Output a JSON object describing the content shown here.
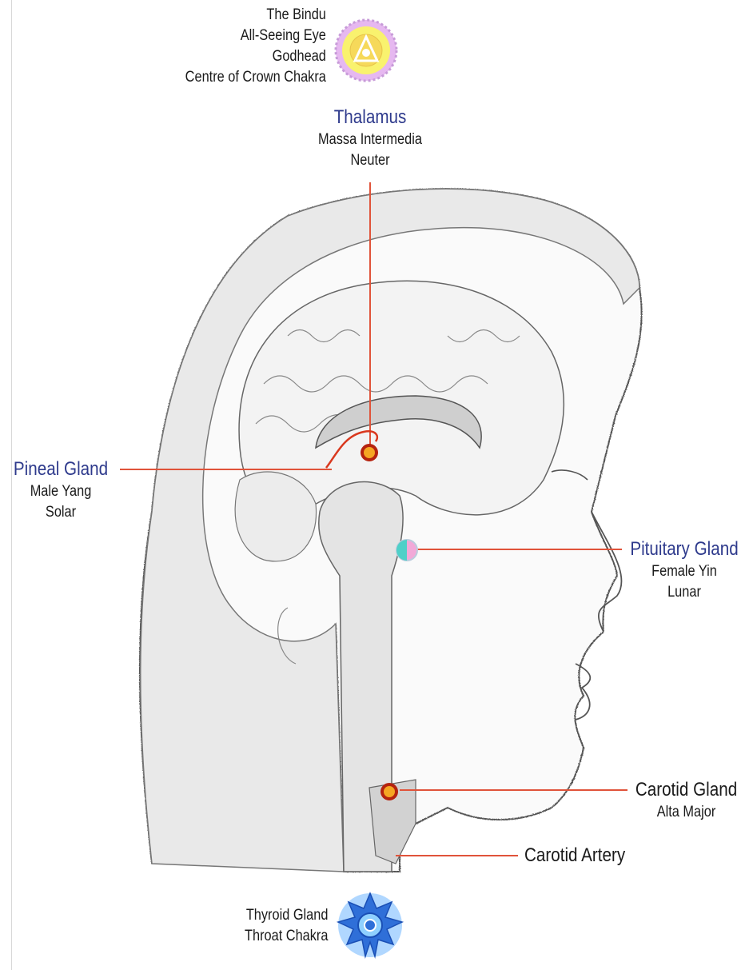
{
  "crown": {
    "lines": [
      "The Bindu",
      "All-Seeing Eye",
      "Godhead",
      "Centre of Crown Chakra"
    ],
    "icon": "crown-chakra-icon"
  },
  "thalamus": {
    "title": "Thalamus",
    "lines": [
      "Massa Intermedia",
      "Neuter"
    ]
  },
  "pineal": {
    "title": "Pineal Gland",
    "lines": [
      "Male Yang",
      "Solar"
    ]
  },
  "pituitary": {
    "title": "Pituitary Gland",
    "lines": [
      "Female Yin",
      "Lunar"
    ]
  },
  "carotid_gland": {
    "title": "Carotid Gland",
    "subtitle": "Alta Major"
  },
  "carotid_artery": {
    "title": "Carotid Artery"
  },
  "thyroid": {
    "lines": [
      "Thyroid Gland",
      "Throat Chakra"
    ],
    "icon": "throat-chakra-icon"
  },
  "colors": {
    "title_blue": "#2e3a8c",
    "leader_red": "#e0533a",
    "marker_red": "#d9381e",
    "marker_orange": "#f5a623"
  }
}
